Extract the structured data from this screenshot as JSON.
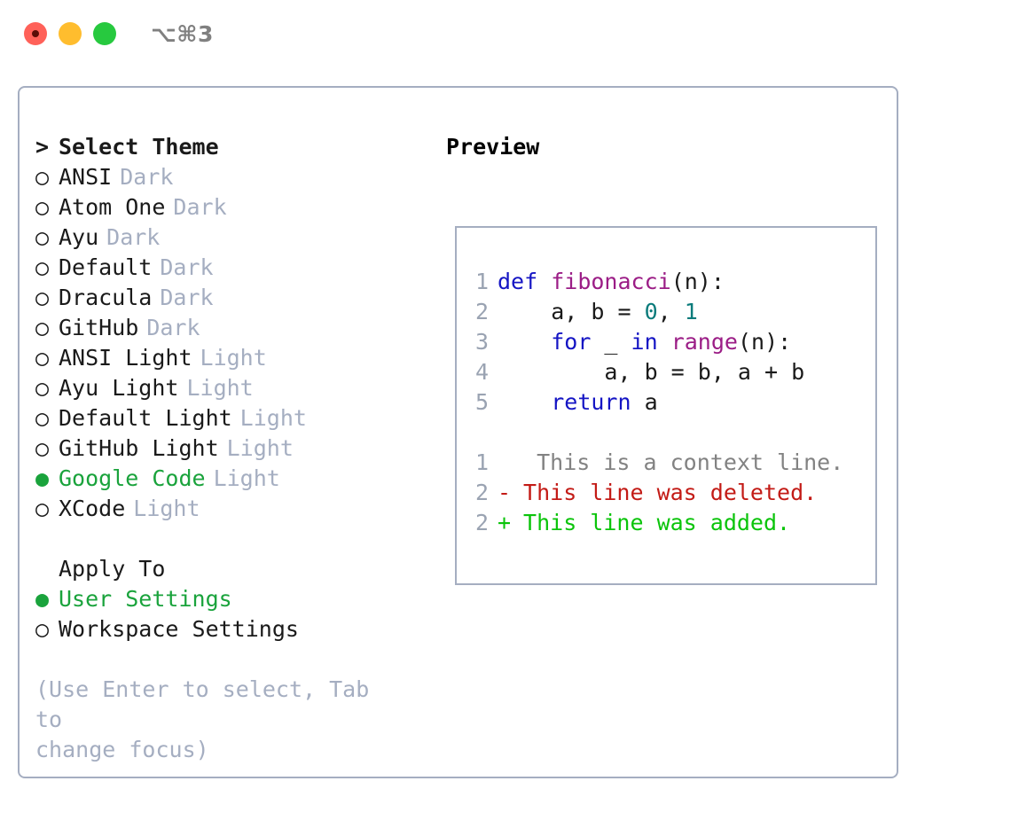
{
  "titlebar": {
    "shortcut": "⌥⌘3",
    "buttons": [
      {
        "name": "close",
        "color": "#ff6159"
      },
      {
        "name": "minimize",
        "color": "#ffbd2e"
      },
      {
        "name": "maximize",
        "color": "#27c93f"
      }
    ]
  },
  "theme_list": {
    "header_marker": ">",
    "header_label": "Select Theme",
    "items": [
      {
        "marker": "○",
        "label": "ANSI",
        "variant": "Dark",
        "selected": false
      },
      {
        "marker": "○",
        "label": "Atom One",
        "variant": "Dark",
        "selected": false
      },
      {
        "marker": "○",
        "label": "Ayu",
        "variant": "Dark",
        "selected": false
      },
      {
        "marker": "○",
        "label": "Default",
        "variant": "Dark",
        "selected": false
      },
      {
        "marker": "○",
        "label": "Dracula",
        "variant": "Dark",
        "selected": false
      },
      {
        "marker": "○",
        "label": "GitHub",
        "variant": "Dark",
        "selected": false
      },
      {
        "marker": "○",
        "label": "ANSI Light",
        "variant": "Light",
        "selected": false
      },
      {
        "marker": "○",
        "label": "Ayu Light",
        "variant": "Light",
        "selected": false
      },
      {
        "marker": "○",
        "label": "Default Light",
        "variant": "Light",
        "selected": false
      },
      {
        "marker": "○",
        "label": "GitHub Light",
        "variant": "Light",
        "selected": false
      },
      {
        "marker": "●",
        "label": "Google Code",
        "variant": "Light",
        "selected": true
      },
      {
        "marker": "○",
        "label": "XCode",
        "variant": "Light",
        "selected": false
      }
    ]
  },
  "apply_to": {
    "header_label": "Apply To",
    "items": [
      {
        "marker": "●",
        "label": "User Settings",
        "selected": true
      },
      {
        "marker": "○",
        "label": "Workspace Settings",
        "selected": false
      }
    ]
  },
  "hint": "(Use Enter to select, Tab to\nchange focus)",
  "preview": {
    "title": "Preview",
    "code_lines": [
      {
        "lno": "1",
        "tokens": [
          {
            "text": "def ",
            "kind": "kw"
          },
          {
            "text": "fibonacci",
            "kind": "fn"
          },
          {
            "text": "(n):",
            "kind": "plain"
          }
        ]
      },
      {
        "lno": "2",
        "tokens": [
          {
            "text": "    a, b = ",
            "kind": "plain"
          },
          {
            "text": "0",
            "kind": "num"
          },
          {
            "text": ", ",
            "kind": "plain"
          },
          {
            "text": "1",
            "kind": "num"
          }
        ]
      },
      {
        "lno": "3",
        "tokens": [
          {
            "text": "    ",
            "kind": "plain"
          },
          {
            "text": "for",
            "kind": "kw"
          },
          {
            "text": " _ ",
            "kind": "plain"
          },
          {
            "text": "in",
            "kind": "kw"
          },
          {
            "text": " ",
            "kind": "plain"
          },
          {
            "text": "range",
            "kind": "fn"
          },
          {
            "text": "(n):",
            "kind": "plain"
          }
        ]
      },
      {
        "lno": "4",
        "tokens": [
          {
            "text": "        a, b = b, a + b",
            "kind": "plain"
          }
        ]
      },
      {
        "lno": "5",
        "tokens": [
          {
            "text": "    ",
            "kind": "plain"
          },
          {
            "text": "return",
            "kind": "kw"
          },
          {
            "text": " a",
            "kind": "plain"
          }
        ]
      }
    ],
    "diff_lines": [
      {
        "lno": "1",
        "mark": " ",
        "text": "  This is a context line.",
        "kind": "diff-ctx"
      },
      {
        "lno": "2",
        "mark": "-",
        "text": " This line was deleted.",
        "kind": "diff-del"
      },
      {
        "lno": "2",
        "mark": "+",
        "text": " This line was added.",
        "kind": "diff-add"
      }
    ]
  },
  "colors": {
    "accent_green": "#1aa33c",
    "muted": "#a5aec1",
    "keyword": "#1515c4",
    "function": "#9b1d86",
    "number": "#0a7b7b",
    "diff_added": "#0bc40b",
    "diff_deleted": "#c31b16",
    "border": "#a5aec1"
  }
}
